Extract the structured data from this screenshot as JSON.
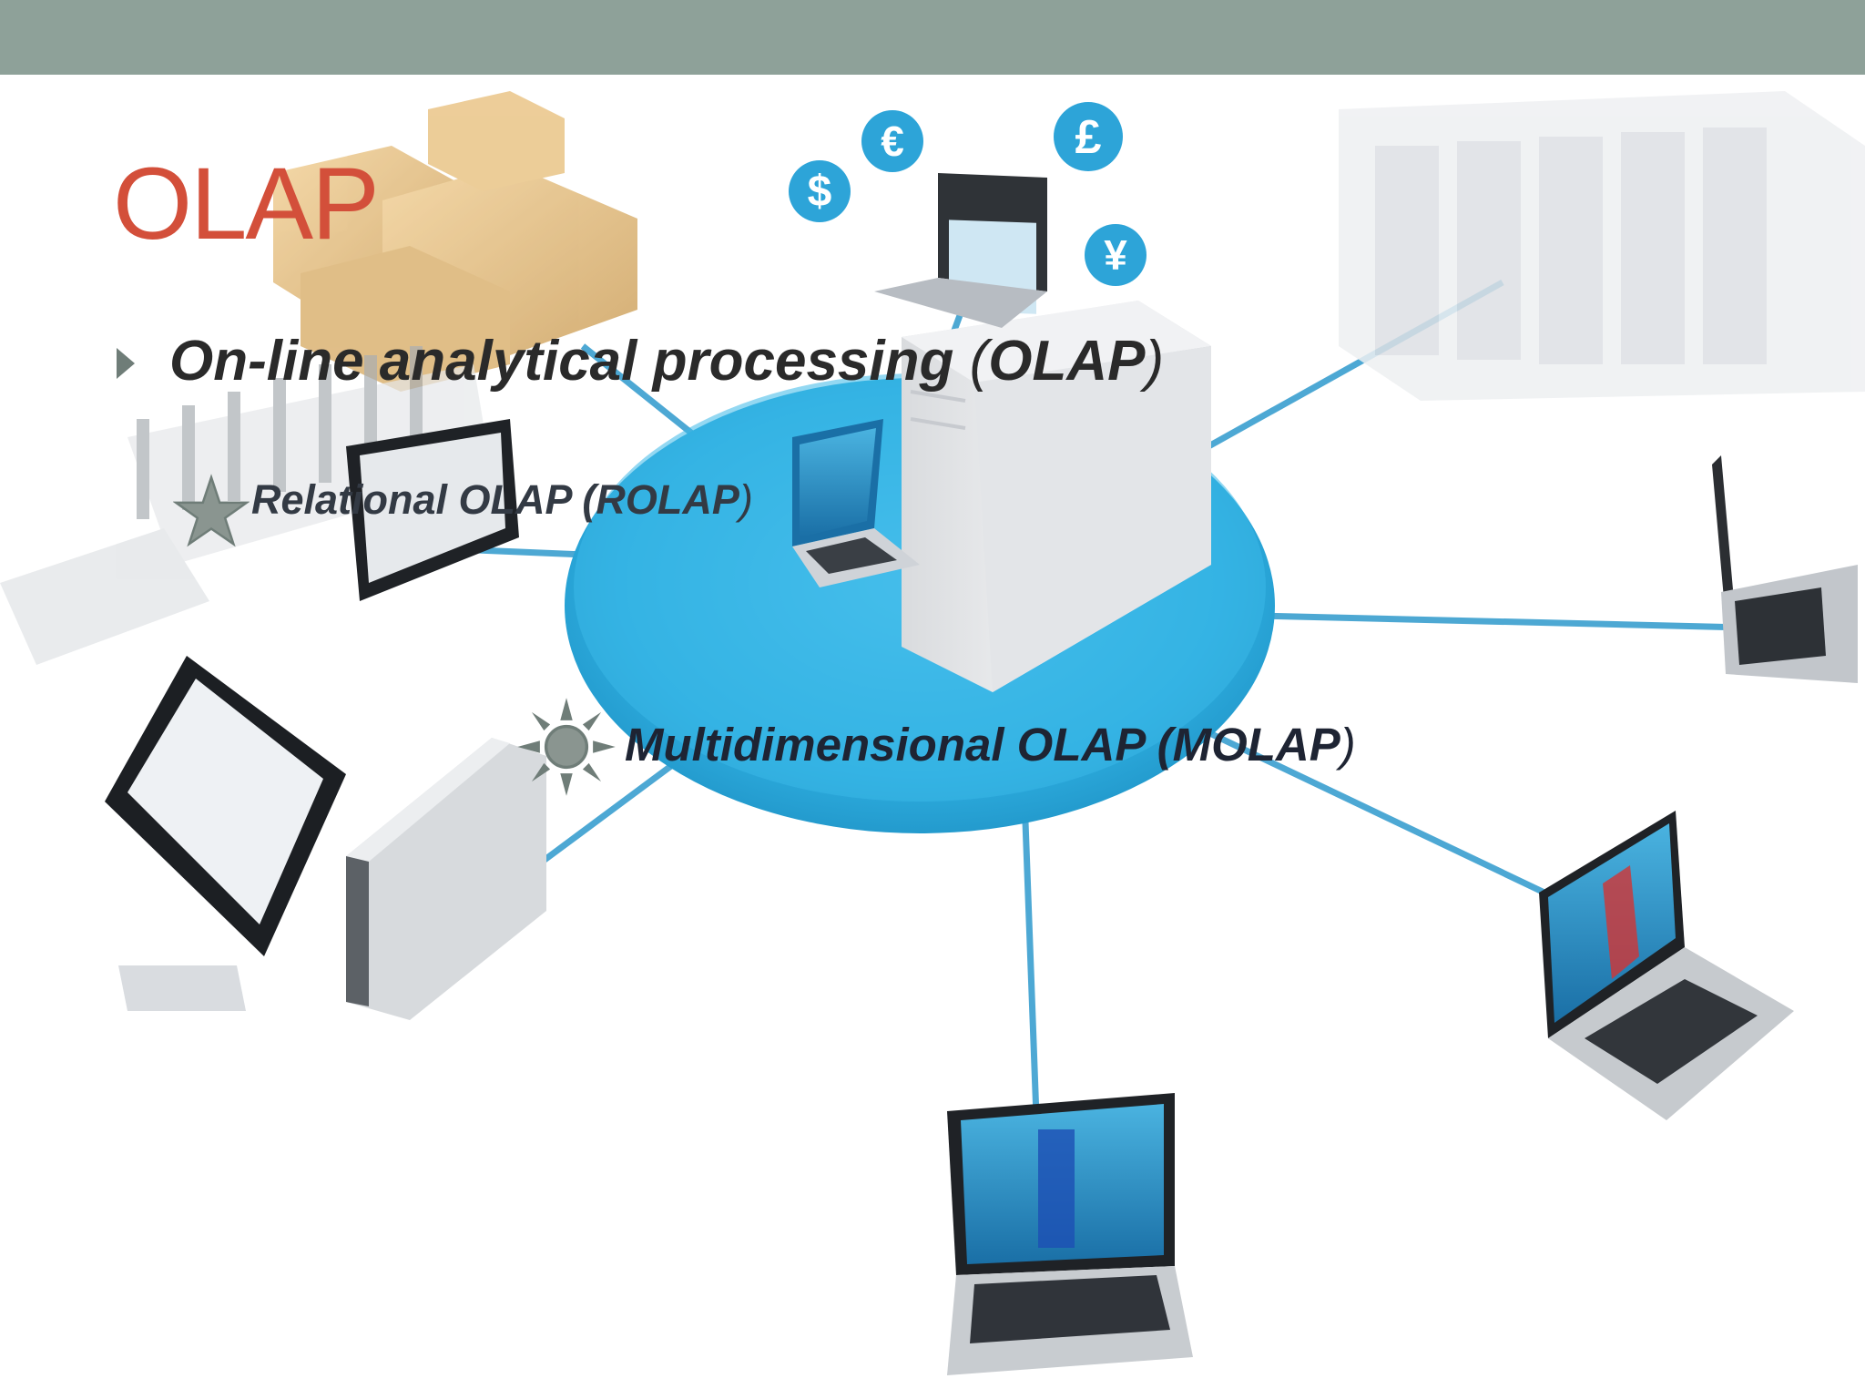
{
  "slide": {
    "title": "OLAP",
    "bullets": [
      {
        "level": 1,
        "marker": "triangle-bullet-icon",
        "text": "On-line analytical processing",
        "open_paren": " (",
        "abbr": "OLAP",
        "close_paren": ")"
      },
      {
        "level": 2,
        "marker": "star-bullet-icon",
        "text": "Relational OLAP (ROLAP",
        "close_paren": ")"
      },
      {
        "level": 3,
        "marker": "sun-bullet-icon",
        "text": "Multidimensional OLAP (MOLAP",
        "close_paren": ")"
      }
    ]
  },
  "colors": {
    "top_bar": "#8ea199",
    "title": "#d34f3a",
    "network_hub": "#2eaee0",
    "connection_lines": "#3a9fcf",
    "bullet_marker": "#6f7d78"
  },
  "background_image": {
    "icons": [
      "network-hub-icon",
      "server-tower-icon",
      "laptop-icon",
      "tablet-icon",
      "monitor-icon",
      "storage-rack-icon",
      "cardboard-boxes-icon",
      "dollar-icon",
      "euro-icon",
      "pound-icon",
      "yen-icon"
    ]
  }
}
